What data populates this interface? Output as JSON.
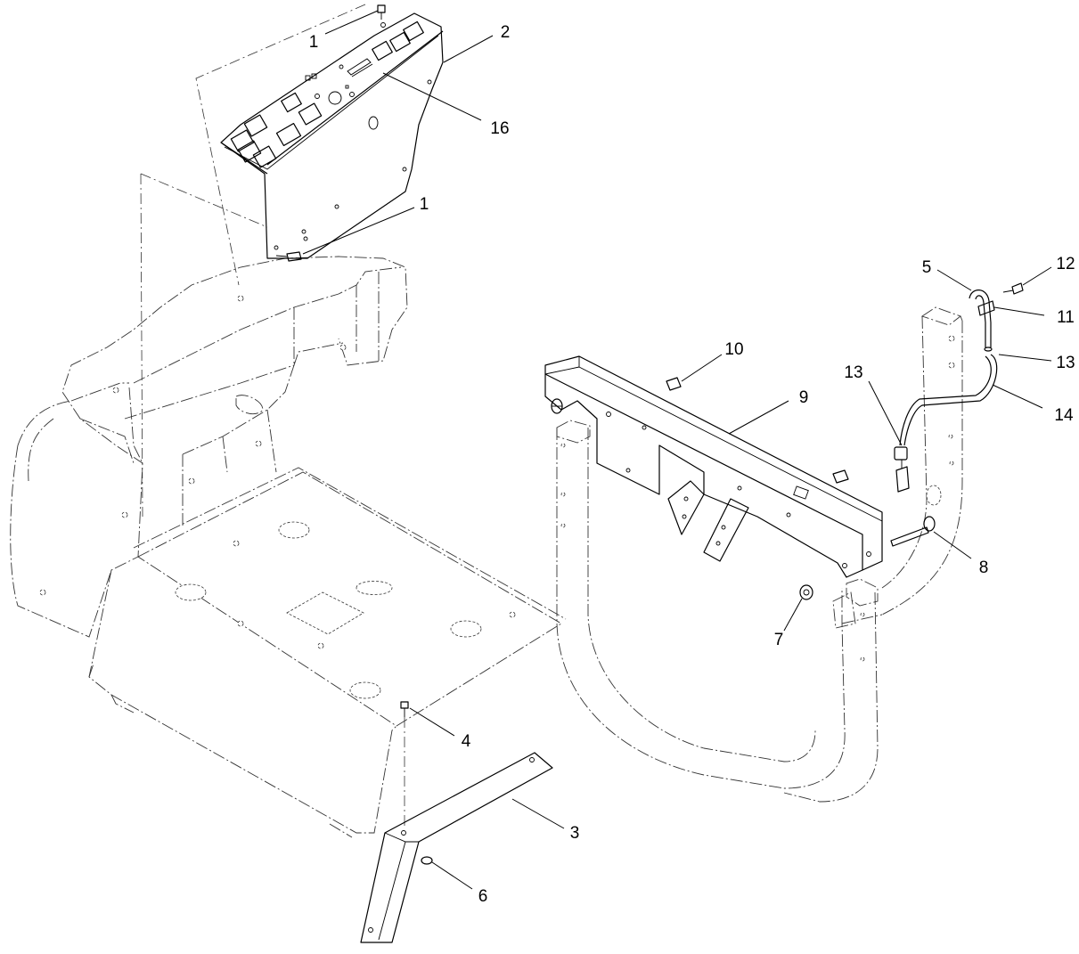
{
  "callouts": [
    {
      "id": "c1a",
      "label": "1"
    },
    {
      "id": "c1b",
      "label": "1"
    },
    {
      "id": "c2",
      "label": "2"
    },
    {
      "id": "c16",
      "label": "16"
    },
    {
      "id": "c3",
      "label": "3"
    },
    {
      "id": "c4",
      "label": "4"
    },
    {
      "id": "c5",
      "label": "5"
    },
    {
      "id": "c6",
      "label": "6"
    },
    {
      "id": "c7",
      "label": "7"
    },
    {
      "id": "c8",
      "label": "8"
    },
    {
      "id": "c9",
      "label": "9"
    },
    {
      "id": "c10",
      "label": "10"
    },
    {
      "id": "c11",
      "label": "11"
    },
    {
      "id": "c12",
      "label": "12"
    },
    {
      "id": "c13a",
      "label": "13"
    },
    {
      "id": "c13b",
      "label": "13"
    },
    {
      "id": "c14",
      "label": "14"
    }
  ]
}
